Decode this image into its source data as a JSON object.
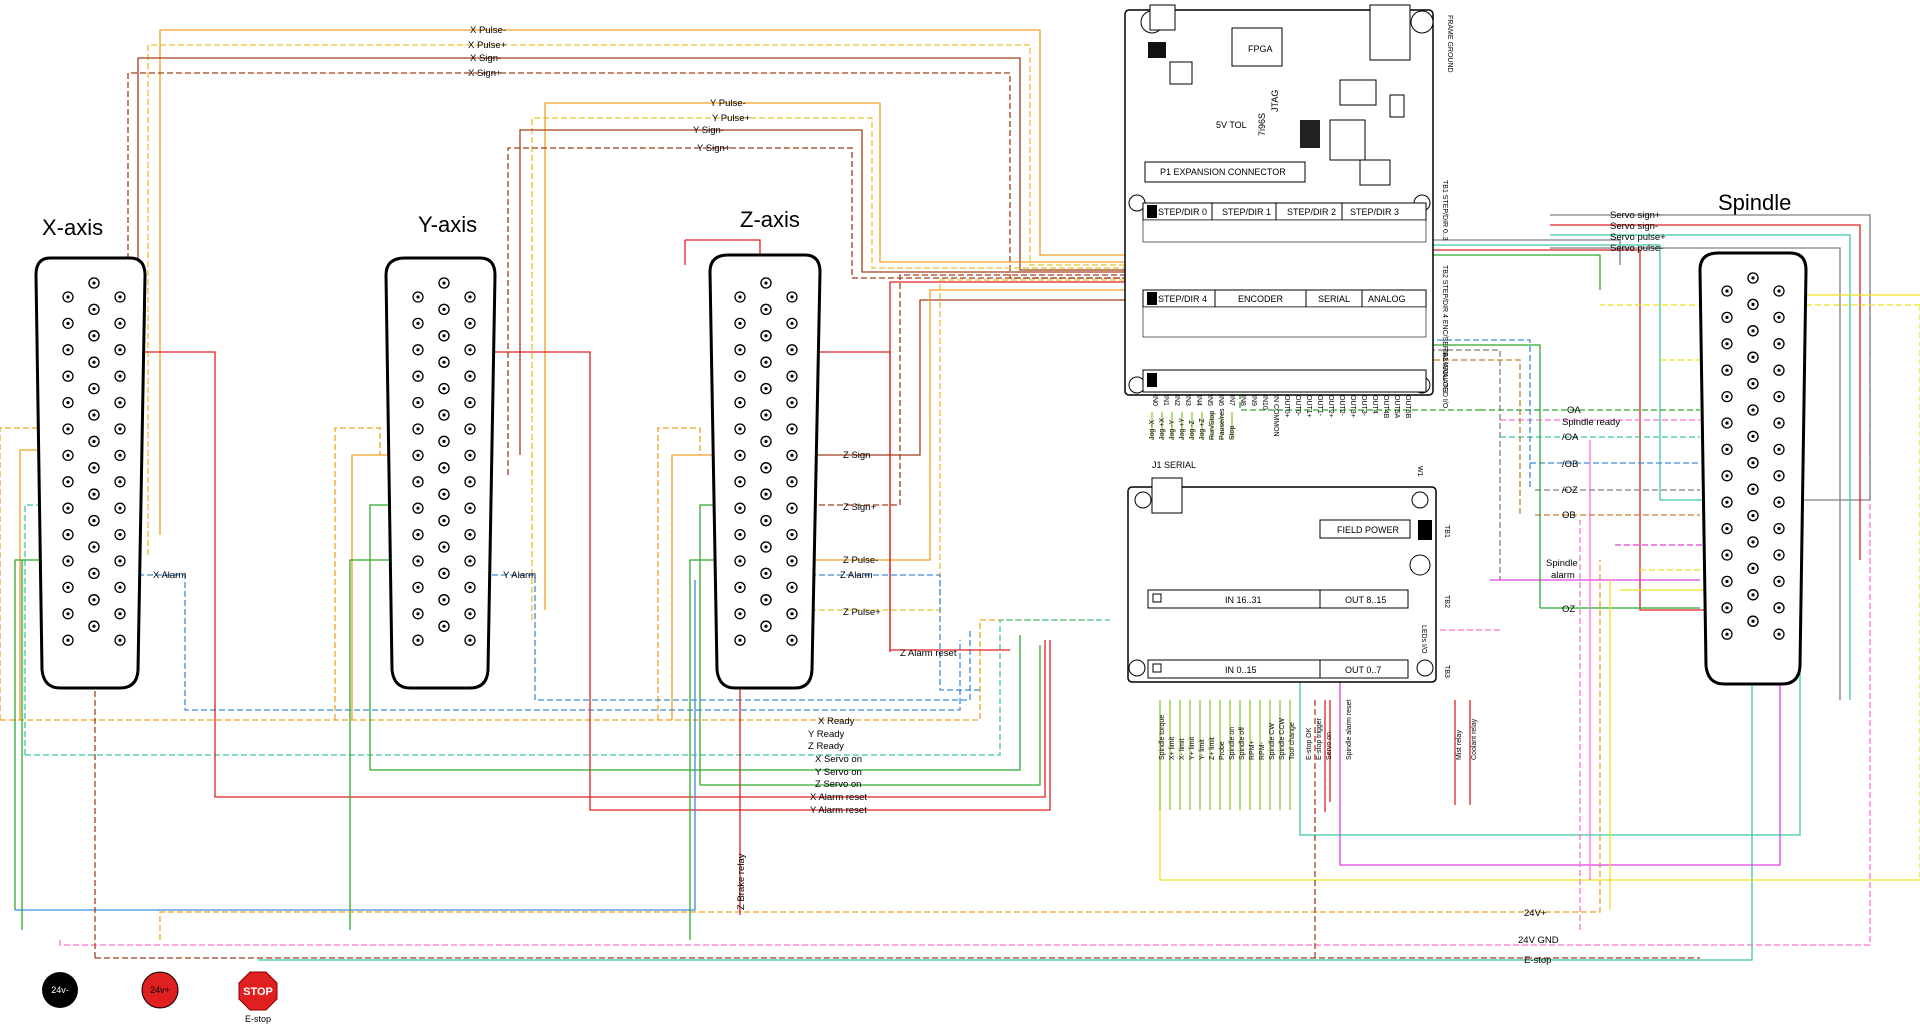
{
  "colors": {
    "orange": "#f0a020",
    "gold": "#e6c030",
    "brown": "#a0401a",
    "red": "#e02020",
    "green": "#2caa2c",
    "lime": "#8ccc30",
    "teal": "#3cc8a8",
    "blue": "#3c8cdc",
    "magenta": "#e040e0",
    "pink": "#ff70d0",
    "yellow": "#f0e020",
    "gray": "#808080",
    "purple": "#9b59b6"
  },
  "axes": {
    "x": "X-axis",
    "y": "Y-axis",
    "z": "Z-axis",
    "spindle": "Spindle"
  },
  "top_signals": {
    "x_pulse": "X Pulse-",
    "x_pulse_plus": "X Pulse+",
    "x_sign": "X Sign-",
    "x_sign_plus": "X Sign+",
    "y_pulse": "Y Pulse-",
    "y_pulse_plus": "Y Pulse+",
    "y_sign": "Y Sign-",
    "y_sign_plus": "Y Sign+"
  },
  "axis_signals": {
    "x_alarm": "X Alarm",
    "y_alarm": "Y Alarm",
    "z_sign": "Z Sign",
    "z_sign_plus": "Z Sign+",
    "z_pulse": "Z Pulse-",
    "z_alarm": "Z Alarm",
    "z_pulse_plus": "Z Pulse+",
    "z_alarm_reset": "Z Alarm reset",
    "z_brake": "Z Brake relay"
  },
  "bottom_signals": {
    "x_ready": "X Ready",
    "y_ready": "Y Ready",
    "z_ready": "Z Ready",
    "x_servo_on": "X Servo on",
    "y_servo_on": "Y Servo on",
    "z_servo_on": "Z Servo on",
    "x_alarm_reset": "X Alarm reset",
    "y_alarm_reset": "Y Alarm reset",
    "v24_plus": "24V+",
    "v24_gnd": "24V GND",
    "estop": "E-stop"
  },
  "spindle_signals": {
    "servo_sign_plus": "Servo sign+",
    "servo_sign": "Servo sign-",
    "servo_pulse_plus": "Servo pulse+",
    "servo_pulse": "Servo pulse-",
    "oa": "OA",
    "spindle_ready": "Spindle ready",
    "na": "/OA",
    "ob_n": "/OB",
    "oz_n": "/OZ",
    "ob": "OB",
    "spindle_alarm_1": "Spindle",
    "spindle_alarm_2": "alarm",
    "oz": "OZ"
  },
  "board_top": {
    "frame_ground": "FRAME GROUND",
    "fpga": "FPGA",
    "jtag": "JTAG",
    "tol": "5V TOL",
    "mesa": "7i96S",
    "p1": "P1 EXPANSION CONNECTOR",
    "tb1": "TB1 STEP/DIR 0..3",
    "tb2": "TB2 STEP/DIR 4 ENC/SERIAL/ANALOG",
    "tb3": "TB3 ISOLATED I/O",
    "step0": "STEP/DIR 0",
    "step1": "STEP/DIR 1",
    "step2": "STEP/DIR 2",
    "step3": "STEP/DIR 3",
    "step4": "STEP/DIR 4",
    "encoder": "ENCODER",
    "serial": "SERIAL",
    "analog": "ANALOG",
    "io_pins": [
      "IN0",
      "IN1",
      "IN2",
      "IN3",
      "IN4",
      "IN5",
      "IN6",
      "IN7",
      "IN8",
      "IN9",
      "IN10",
      "IN COMMON",
      "OUT0+",
      "OUT0-",
      "OUT1+",
      "OUT1-",
      "OUT2+",
      "OUT2-",
      "OUT3+",
      "OUT3-",
      "OUT4",
      "OUT4B",
      "OUT5A",
      "OUT5B"
    ],
    "io_wires": [
      "Jog -X",
      "Jog +X",
      "Jog -Y",
      "Jog +Y",
      "Jog -Z",
      "Jog +Z",
      "Run/Stop",
      "Pause/res",
      "Stop"
    ]
  },
  "board_bottom": {
    "j1": "J1 SERIAL",
    "w1": "W1",
    "field_power": "FIELD POWER",
    "tb1": "TB1",
    "tb2": "TB2",
    "tb3": "TB3",
    "in16": "IN 16..31",
    "out8": "OUT 8..15",
    "in0": "IN 0..15",
    "out0": "OUT 0..7",
    "leds": "LEDs I/O",
    "wires": [
      "Spindle torque",
      "X+ limit",
      "X- limit",
      "Y+ limit",
      "Y- limit",
      "Z+ limit",
      "Probe",
      "Spindle on",
      "Spindle off",
      "RPM+",
      "RPM-",
      "Spindle CW",
      "Spindle CCW",
      "Tool change",
      "E-stop OK",
      "E-stop trigger",
      "Servo on",
      "Spindle alarm reset",
      "Mist relay",
      "Coolant relay"
    ]
  },
  "power": {
    "minus": "24v-",
    "plus": "24v+",
    "stop": "STOP",
    "estop": "E-stop"
  }
}
